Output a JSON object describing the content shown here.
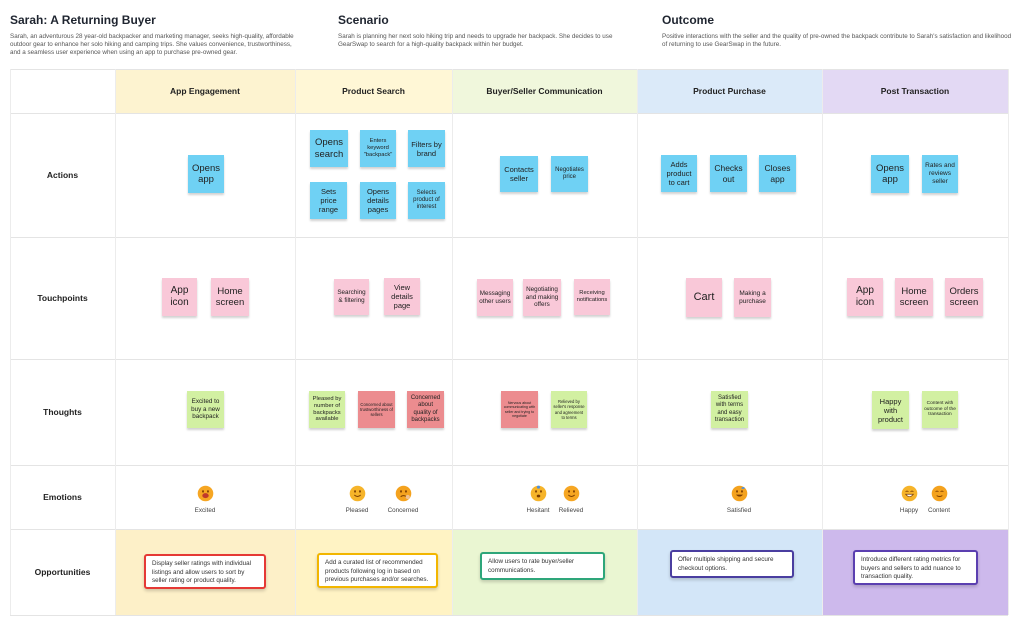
{
  "header": {
    "persona_title": "Sarah: A Returning Buyer",
    "persona_text": "Sarah, an adventurous 28 year-old backpacker and marketing manager, seeks high-quality, affordable outdoor gear to enhance her solo hiking and camping trips. She values convenience, trustworthiness, and a seamless user experience when using an app to purchase pre-owned gear.",
    "scenario_title": "Scenario",
    "scenario_text": "Sarah is planning her next solo hiking trip and needs to upgrade her backpack. She decides to use GearSwap to search for a high-quality backpack within her budget.",
    "outcome_title": "Outcome",
    "outcome_text": "Positive interactions with the seller and the quality of pre-owned the backpack contribute to Sarah's satisfaction and likelihood of returning to use GearSwap in the future."
  },
  "colors": {
    "app_engagement": "#fdf3d0",
    "product_search": "#fff7d6",
    "communication": "#f0f7dc",
    "purchase": "#dbeaf9",
    "post_transaction": "#e3d9f4",
    "opp_app_engagement": "#fdf0c8",
    "opp_product_search": "#fff3c4",
    "opp_communication": "#eaf6d2",
    "opp_purchase": "#d3e6f8",
    "opp_post_transaction": "#cdb9ec",
    "border_app_engagement": "#e53935",
    "border_product_search": "#f2b600",
    "border_communication": "#2ea67a",
    "border_purchase": "#4a3ea0",
    "border_post_transaction": "#5b3fb0"
  },
  "stages": [
    "App Engagement",
    "Product Search",
    "Buyer/Seller Communication",
    "Product Purchase",
    "Post Transaction"
  ],
  "rows": [
    "Actions",
    "Touchpoints",
    "Thoughts",
    "Emotions",
    "Opportunities"
  ],
  "actions": [
    [
      "Opens app"
    ],
    [
      "Opens search",
      "Enters keyword \"backpack\"",
      "Filters by brand",
      "Sets price range",
      "Opens details pages",
      "Selects product of interest"
    ],
    [
      "Contacts seller",
      "Negotiates price"
    ],
    [
      "Adds product to cart",
      "Checks out",
      "Closes app"
    ],
    [
      "Opens app",
      "Rates and reviews seller"
    ]
  ],
  "touchpoints": [
    [
      "App icon",
      "Home screen"
    ],
    [
      "Searching & filtering",
      "View details page"
    ],
    [
      "Messaging other users",
      "Negotiating and making offers",
      "Receiving notifications"
    ],
    [
      "Cart",
      "Making a purchase"
    ],
    [
      "App icon",
      "Home screen",
      "Orders screen"
    ]
  ],
  "thoughts": [
    [
      "Excited to buy a new backpack"
    ],
    [
      "Pleased by number of backpacks available",
      "Concerned about trustworthiness of sellers",
      "Concerned about quality of backpacks"
    ],
    [
      "Nervous about communicating with seller and trying to negotiate",
      "Relieved by seller's response and agreement to terms"
    ],
    [
      "Satisfied with terms and easy transaction"
    ],
    [
      "Happy with product",
      "Content with outcome of the transaction"
    ]
  ],
  "emotions": [
    [
      {
        "icon": "excited-face-icon",
        "label": "Excited"
      }
    ],
    [
      {
        "icon": "pleased-face-icon",
        "label": "Pleased"
      },
      {
        "icon": "concerned-face-icon",
        "label": "Concerned"
      }
    ],
    [
      {
        "icon": "hesitant-face-icon",
        "label": "Hesitant"
      },
      {
        "icon": "relieved-face-icon",
        "label": "Relieved"
      }
    ],
    [
      {
        "icon": "satisfied-face-icon",
        "label": "Satisfied"
      }
    ],
    [
      {
        "icon": "happy-face-icon",
        "label": "Happy"
      },
      {
        "icon": "content-face-icon",
        "label": "Content"
      }
    ]
  ],
  "opportunities": [
    "Display seller ratings with individual listings and allow users to sort by seller rating or product quality.",
    "Add a curated list of recommended products following log in based on previous purchases and/or searches.",
    "Allow users to rate buyer/seller communications.",
    "Offer multiple shipping and secure checkout options.",
    "Introduce different rating metrics for buyers and sellers to add nuance to transaction quality."
  ]
}
